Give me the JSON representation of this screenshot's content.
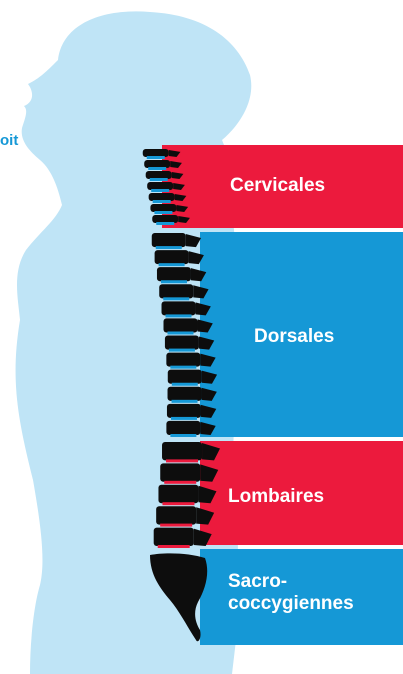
{
  "diagram": {
    "partial_left_text": "oit",
    "regions": [
      {
        "label": "Cervicales",
        "color": "#ec1a3d"
      },
      {
        "label": "Dorsales",
        "color": "#1598d6"
      },
      {
        "label": "Lombaires",
        "color": "#ec1a3d"
      },
      {
        "label": "Sacro-\ncoccygiennes",
        "color": "#1598d6"
      }
    ],
    "colors": {
      "silhouette": "#bfe4f6",
      "vertebra": "#0d0d0d",
      "disc_blue": "#1598d6",
      "disc_red": "#ec1a3d"
    }
  }
}
